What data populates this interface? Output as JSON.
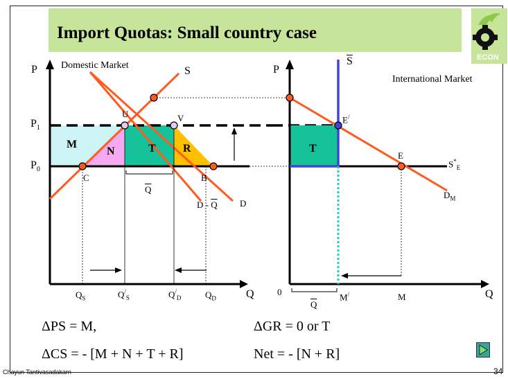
{
  "slide": {
    "title": "Import Quotas: Small country case",
    "logo_text": "ECON",
    "footer": "Chayun Tantivasadakarn",
    "page_number": "34"
  },
  "domestic": {
    "market_label": "Domestic Market",
    "axis_p": "P",
    "axis_q": "Q",
    "p1": "P",
    "p1_sub": "1",
    "p0": "P",
    "p0_sub": "0",
    "supply": "S",
    "demand": "D",
    "demand_minus_q": "D - ",
    "q_bar": "Q",
    "pt_u": "U",
    "pt_v": "V",
    "pt_c": "C",
    "pt_b": "B",
    "area_m": "M",
    "area_n": "N",
    "area_t": "T",
    "area_r": "R",
    "qs": "Q",
    "qs_sub": "S",
    "qs_prime": "Q",
    "qs_prime_sub": "S",
    "prime": "/",
    "qd_prime": "Q",
    "qd_prime_sub": "D",
    "qd": "Q",
    "qd_sub": "D"
  },
  "international": {
    "market_label": "International  Market",
    "axis_p": "P",
    "axis_q": "Q",
    "origin": "0",
    "s_bar": "S",
    "pt_e_prime": "E",
    "pt_e": "E",
    "area_t": "T",
    "s_star": "S",
    "s_star_sup": "*",
    "s_star_sub": "E",
    "dm": "D",
    "dm_sub": "M",
    "m_prime": "M",
    "m": "M",
    "q_bar": "Q"
  },
  "equations": {
    "dps": "ΔPS  =   M,",
    "dgr": "ΔGR =   0   or   T",
    "dcs": "ΔCS = - [M + N + T + R]",
    "net": "Net   =  - [N + R]"
  },
  "colors": {
    "title_bg": "#c6e59a",
    "curve": "#ff5a1f",
    "area_m": "#ccf4f4",
    "area_n": "#f5a9f0",
    "area_t": "#16c29a",
    "area_r": "#ffc000",
    "quota_supply": "#3f48cc",
    "dotted": "#1ad1c8"
  }
}
